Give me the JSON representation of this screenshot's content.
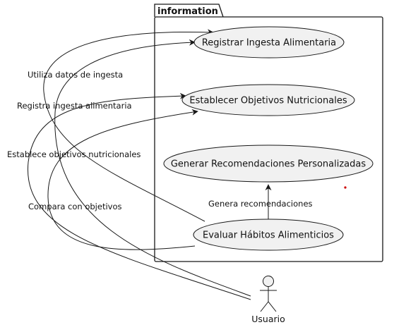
{
  "package": {
    "title": "information"
  },
  "use_cases": {
    "registrar": "Registrar Ingesta Alimentaria",
    "establecer": "Establecer Objetivos Nutricionales",
    "generar": "Generar Recomendaciones Personalizadas",
    "evaluar": "Evaluar Hábitos Alimenticios"
  },
  "edge_labels": {
    "utiliza": "Utiliza datos de ingesta",
    "registra": "Registra ingesta alimentaria",
    "establece": "Establece objetivos nutricionales",
    "compara": "Compara con objetivos",
    "genera": "Genera recomendaciones"
  },
  "actor": {
    "name": "Usuario"
  },
  "colors": {
    "usecase_fill": "#f1f1f1",
    "stroke": "#181818",
    "marker": "#cc0000"
  }
}
